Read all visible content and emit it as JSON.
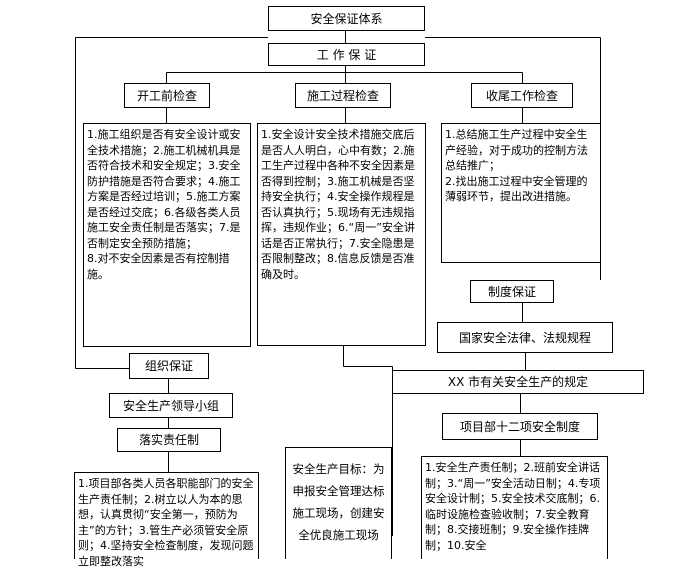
{
  "nodes": {
    "system": "安全保证体系",
    "work_guarantee": "工 作 保 证",
    "pre_check": "开工前检查",
    "process_check": "施工过程检查",
    "final_check": "收尾工作检查",
    "pre_check_items": [
      "1.施工组织是否有安全设计或安全技术措施；2.施工机械机具是否符合技术和安全规定；3.安全防护措施是否符合要求；4.施工方案是否经过培训；5.施工方案是否经过交底；6.各级各类人员施工安全责任制是否落实；7.是否制定安全预防措施；",
      "8.对不安全因素是否有控制措施。"
    ],
    "process_check_items": [
      "1.安全设计安全技术措施交底后是否人人明白，心中有数；2.施工生产过程中各种不安全因素是否得到控制；3.施工机械是否坚持安全执行；4.安全操作规程是否认真执行；5.现场有无违规指挥，违规作业；6.“周一”安全讲话是否正常执行；7.安全隐患是否限制整改；8.信息反馈是否准确及时。"
    ],
    "final_check_items": [
      "1.总结施工生产过程中安全生产经验，对于成功的控制方法总结推广；",
      "2.找出施工过程中安全管理的薄弱环节，提出改进措施。"
    ],
    "system_guarantee": "制度保证",
    "national_laws": "国家安全法律、法规规程",
    "city_rules": "XX 市有关安全生产的规定",
    "twelve_rules": "项目部十二项安全制度",
    "twelve_rules_items": [
      "1.安全生产责任制；2.班前安全讲话制；3.“周一”安全活动日制；4.专项安全设计制；5.安全技术交底制；6.临时设施检查验收制；7.安全教育制；8.交接班制；9.安全操作挂牌制；10.安全"
    ],
    "org_guarantee": "组织保证",
    "leader_group": "安全生产领导小组",
    "responsibility": "落实责任制",
    "responsibility_items": [
      "1.项目部各类人员各职能部门的安全生产责任制；2.树立以人为本的思想，认真贯彻“安全第一，预防为主”的方针；3.管生产必须管安全原则；4.坚持安全检查制度，发现问题立即整改落实"
    ],
    "safety_goal": "安全生产目标：为申报安全管理达标施工现场，创建安全优良施工现场"
  }
}
